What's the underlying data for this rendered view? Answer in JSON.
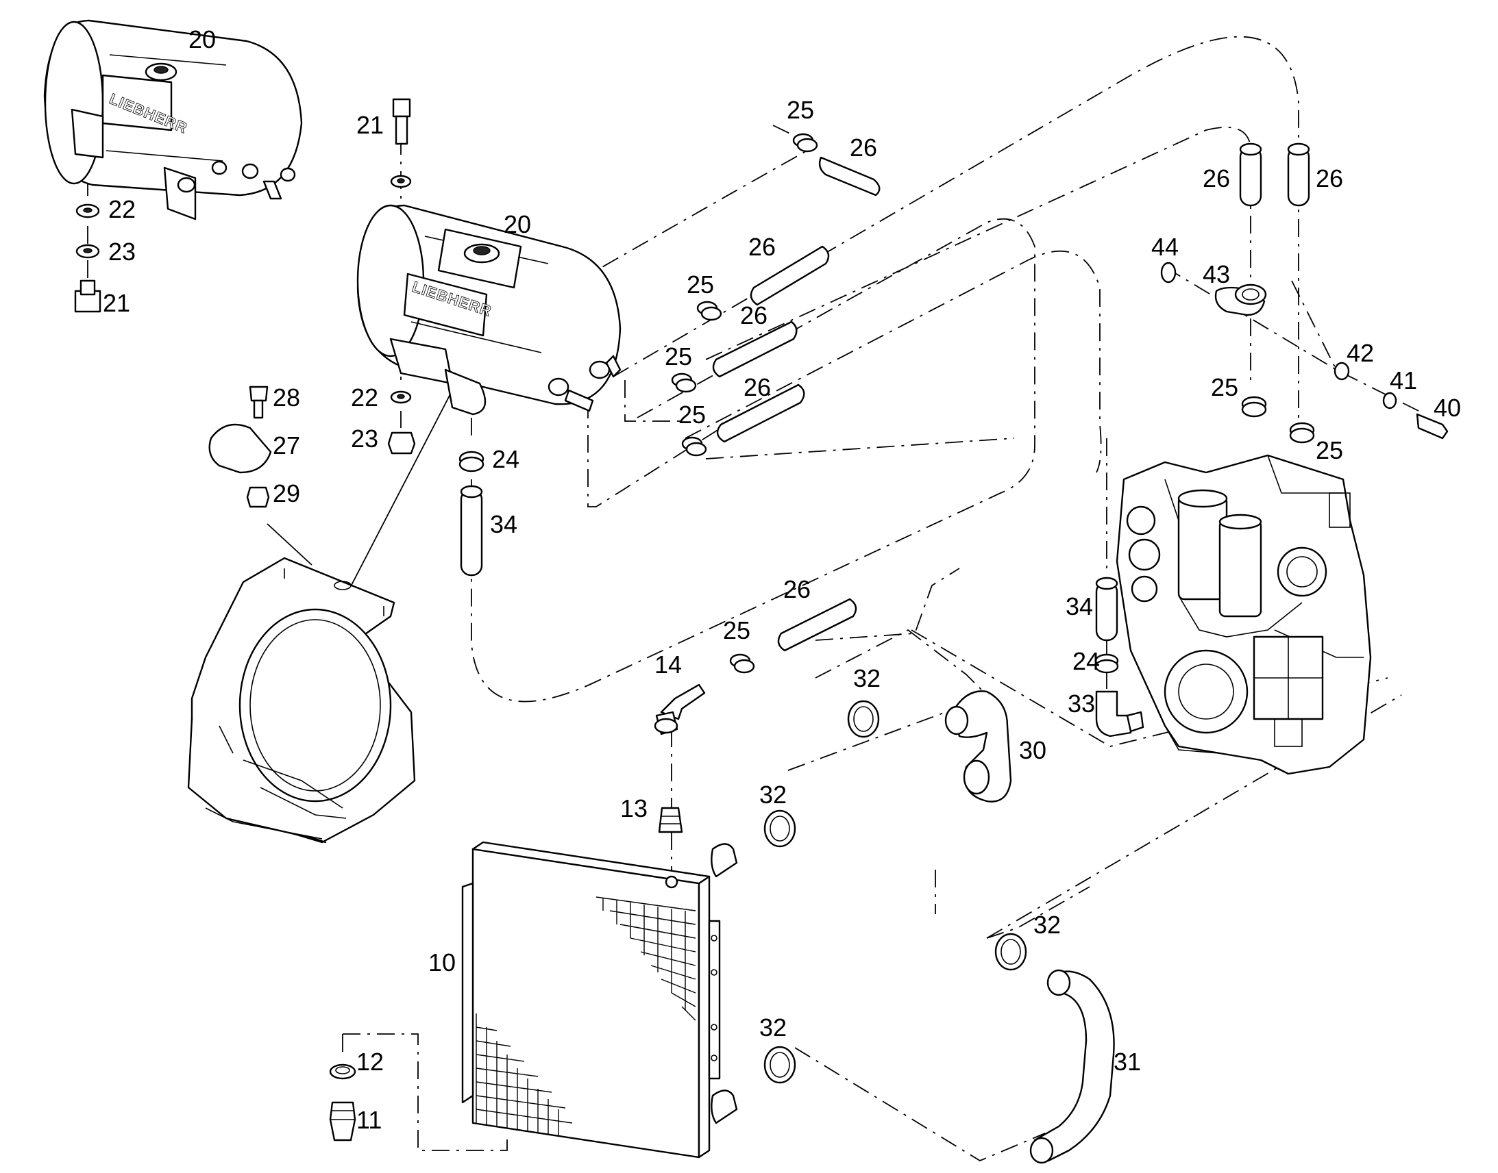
{
  "brand": "LIEBHERR",
  "callouts": [
    "10",
    "11",
    "12",
    "13",
    "14",
    "20",
    "20",
    "21",
    "21",
    "22",
    "22",
    "23",
    "23",
    "24",
    "24",
    "25",
    "25",
    "25",
    "25",
    "25",
    "25",
    "25",
    "26",
    "26",
    "26",
    "26",
    "26",
    "26",
    "26",
    "27",
    "28",
    "29",
    "30",
    "31",
    "32",
    "32",
    "32",
    "32",
    "33",
    "34",
    "34",
    "40",
    "41",
    "42",
    "43",
    "44"
  ]
}
